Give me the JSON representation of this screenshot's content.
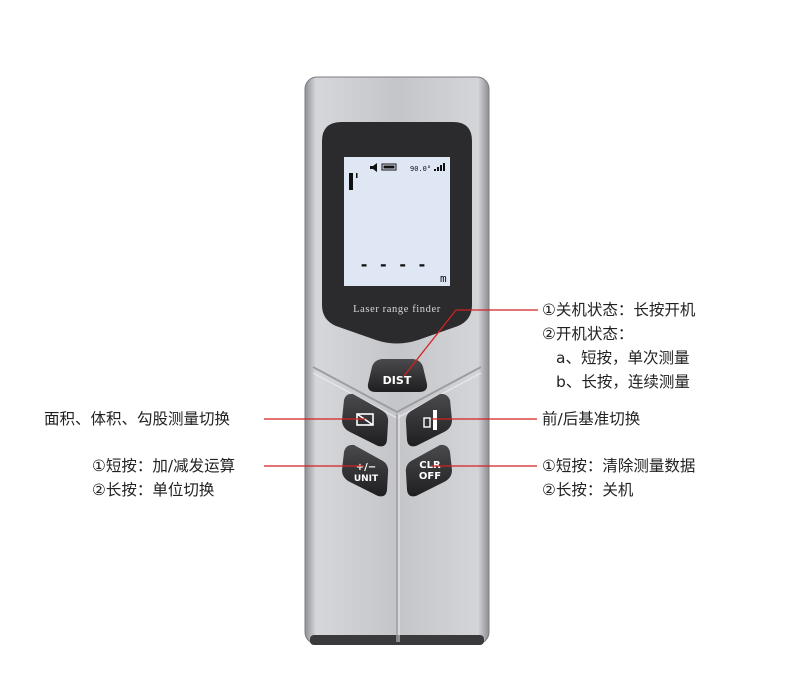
{
  "device": {
    "model_text": "Laser range finder",
    "lcd": {
      "reading": "- - - -",
      "unit": "m",
      "angle": "90.0°"
    },
    "buttons": {
      "dist": "DIST",
      "unit_top": "+/−",
      "unit_bottom": "UNIT",
      "clr_top": "CLR",
      "clr_bottom": "OFF"
    }
  },
  "annotations": {
    "dist": {
      "line1": "①关机状态：长按开机",
      "line2": "②开机状态：",
      "line3": "a、短按，单次测量",
      "line4": "b、长按，连续测量"
    },
    "area": "面积、体积、勾股测量切换",
    "reference": "前/后基准切换",
    "unit": {
      "line1": "①短按：加/减发运算",
      "line2": "②长按：单位切换"
    },
    "clr": {
      "line1": "①短按：清除测量数据",
      "line2": "②长按：关机"
    }
  },
  "colors": {
    "body_silver": "#c9cace",
    "bezel": "#2b2b2d",
    "lcd": "#dfe6f4",
    "pointer": "#d42020"
  }
}
